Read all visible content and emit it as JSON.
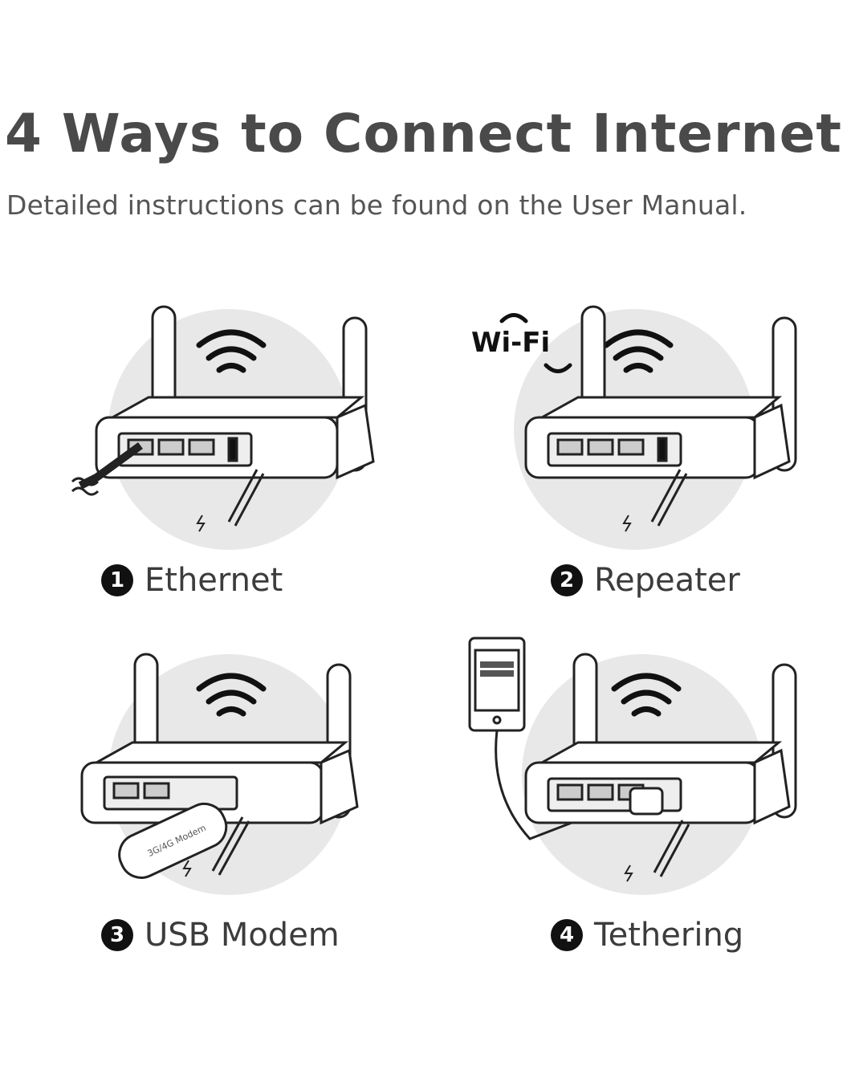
{
  "title": "4 Ways to Connect Internet",
  "subtitle": "Detailed instructions can be found on the User Manual.",
  "methods": [
    {
      "number": "1",
      "label": "Ethernet"
    },
    {
      "number": "2",
      "label": "Repeater"
    },
    {
      "number": "3",
      "label": "USB Modem"
    },
    {
      "number": "4",
      "label": "Tethering"
    }
  ],
  "wifi_logo": "Wi-Fi",
  "modem_text": "3G/4G Modem",
  "icons": [
    "router-icon",
    "wifi-signal-icon",
    "ethernet-cable-icon",
    "power-cable-icon",
    "usb-modem-icon",
    "smartphone-icon"
  ]
}
